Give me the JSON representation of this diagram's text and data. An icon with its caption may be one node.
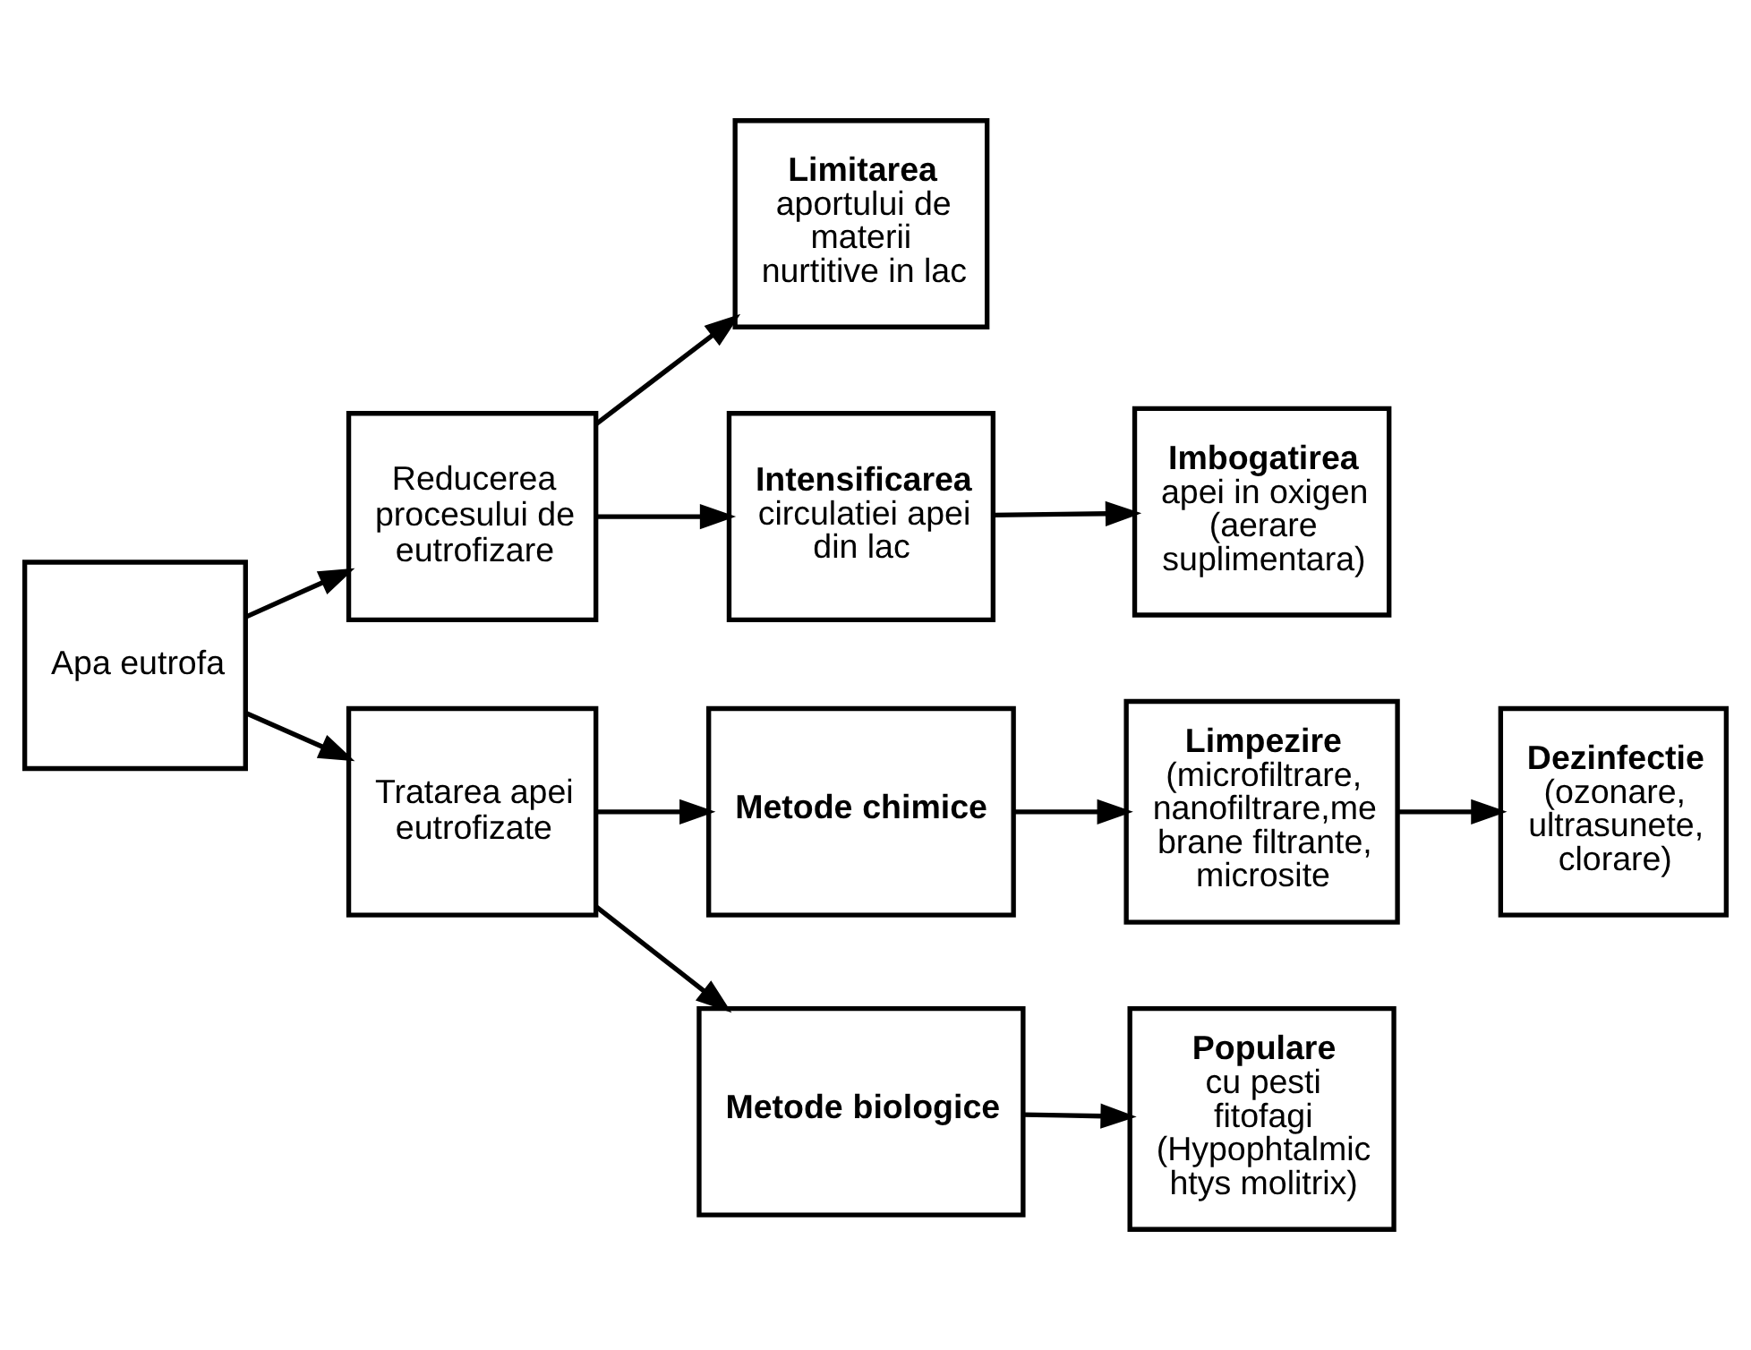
{
  "diagram": {
    "nodes": [
      {
        "text": [
          "Apa eutrofa"
        ]
      },
      {
        "text": [
          "Reducerea procesului de eutrofizare"
        ]
      },
      {
        "text": [
          "Tratarea apei eutrofizate"
        ]
      },
      {
        "text": [
          "**Limitarea** aportului de materii nurtitive in lac"
        ]
      },
      {
        "text": [
          "**Intensificarea** circulatiei apei din lac"
        ]
      },
      {
        "text": [
          "**Imbogatirea** apei in oxigen (aerare suplimentara)"
        ]
      },
      {
        "text": [
          "**Metode chimice**"
        ]
      },
      {
        "text": [
          "**Limpezire** (microfiltrare, nanofiltrare,me brane filtrante, microsite"
        ]
      },
      {
        "text": [
          "**Dezinfectie** (ozonare, ultrasunete, clorare)"
        ]
      },
      {
        "text": [
          "**Metode biologice**"
        ]
      },
      {
        "text": [
          "**Populare** cu pesti fitofagi (Hypophtalmic htys molitrix)"
        ]
      }
    ],
    "edges": [
      {
        "from": 0,
        "to": 1,
        "arrow": "to"
      },
      {
        "from": 0,
        "to": 2,
        "arrow": "to"
      },
      {
        "from": 1,
        "to": 3,
        "arrow": "to"
      },
      {
        "from": 1,
        "to": 4,
        "arrow": "to"
      },
      {
        "from": 4,
        "to": 5,
        "arrow": "to"
      },
      {
        "from": 2,
        "to": 6,
        "arrow": "to"
      },
      {
        "from": 2,
        "to": 9,
        "arrow": "to"
      },
      {
        "from": 6,
        "to": 7,
        "arrow": "to"
      },
      {
        "from": 7,
        "to": 8,
        "arrow": "to"
      },
      {
        "from": 9,
        "to": 10,
        "arrow": "to"
      }
    ]
  }
}
